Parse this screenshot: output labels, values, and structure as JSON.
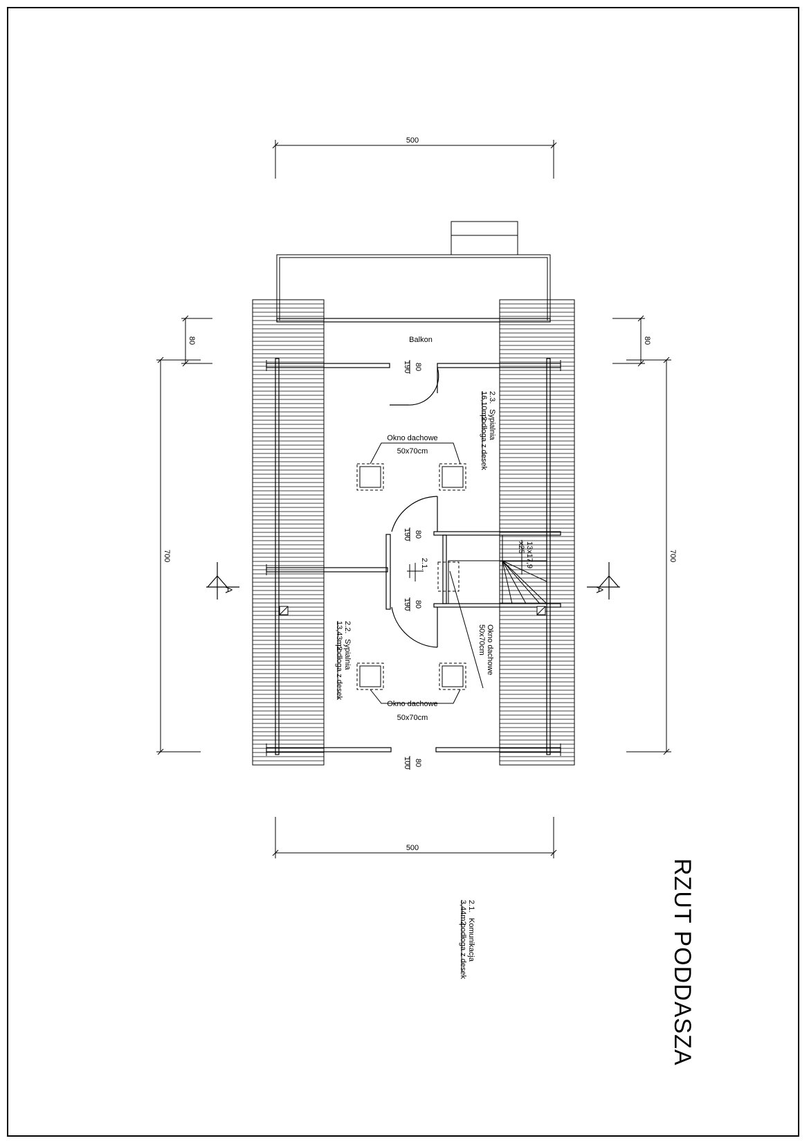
{
  "title": "RZUT PODDASZA",
  "dimensions": {
    "top_width": "500",
    "bottom_width": "500",
    "left_height": "700",
    "right_height": "700",
    "left_balcony": "80",
    "right_balcony": "80"
  },
  "section_marker": "A",
  "balcony_label": "Balkon",
  "doors": {
    "balcony_door": {
      "width": "80",
      "height": "190"
    },
    "door_upper": {
      "width": "80",
      "height": "190"
    },
    "door_lower": {
      "width": "80",
      "height": "190"
    },
    "bottom_window": {
      "width": "80",
      "height": "100"
    }
  },
  "rooms": [
    {
      "number": "2.3.",
      "name": "Sypialnia",
      "area": "16,10m2",
      "floor": "podłoga z desek"
    },
    {
      "number": "2.2.",
      "name": "Sypialnia",
      "area": "13,43m2",
      "floor": "podłoga z desek"
    },
    {
      "number": "2.1.",
      "name": "Komunikacja",
      "area": "3,44m2",
      "floor": "podłoga z desek"
    }
  ],
  "room_marker": "2.1.",
  "roof_windows": [
    {
      "name": "Okno dachowe",
      "size": "50x70cm"
    },
    {
      "name": "Okno dachowe",
      "size": "50x70cm"
    },
    {
      "name": "Okno dachowe",
      "size": "50x70cm"
    }
  ],
  "stairs": {
    "steps": "13x17,9",
    "tread": "x25"
  }
}
